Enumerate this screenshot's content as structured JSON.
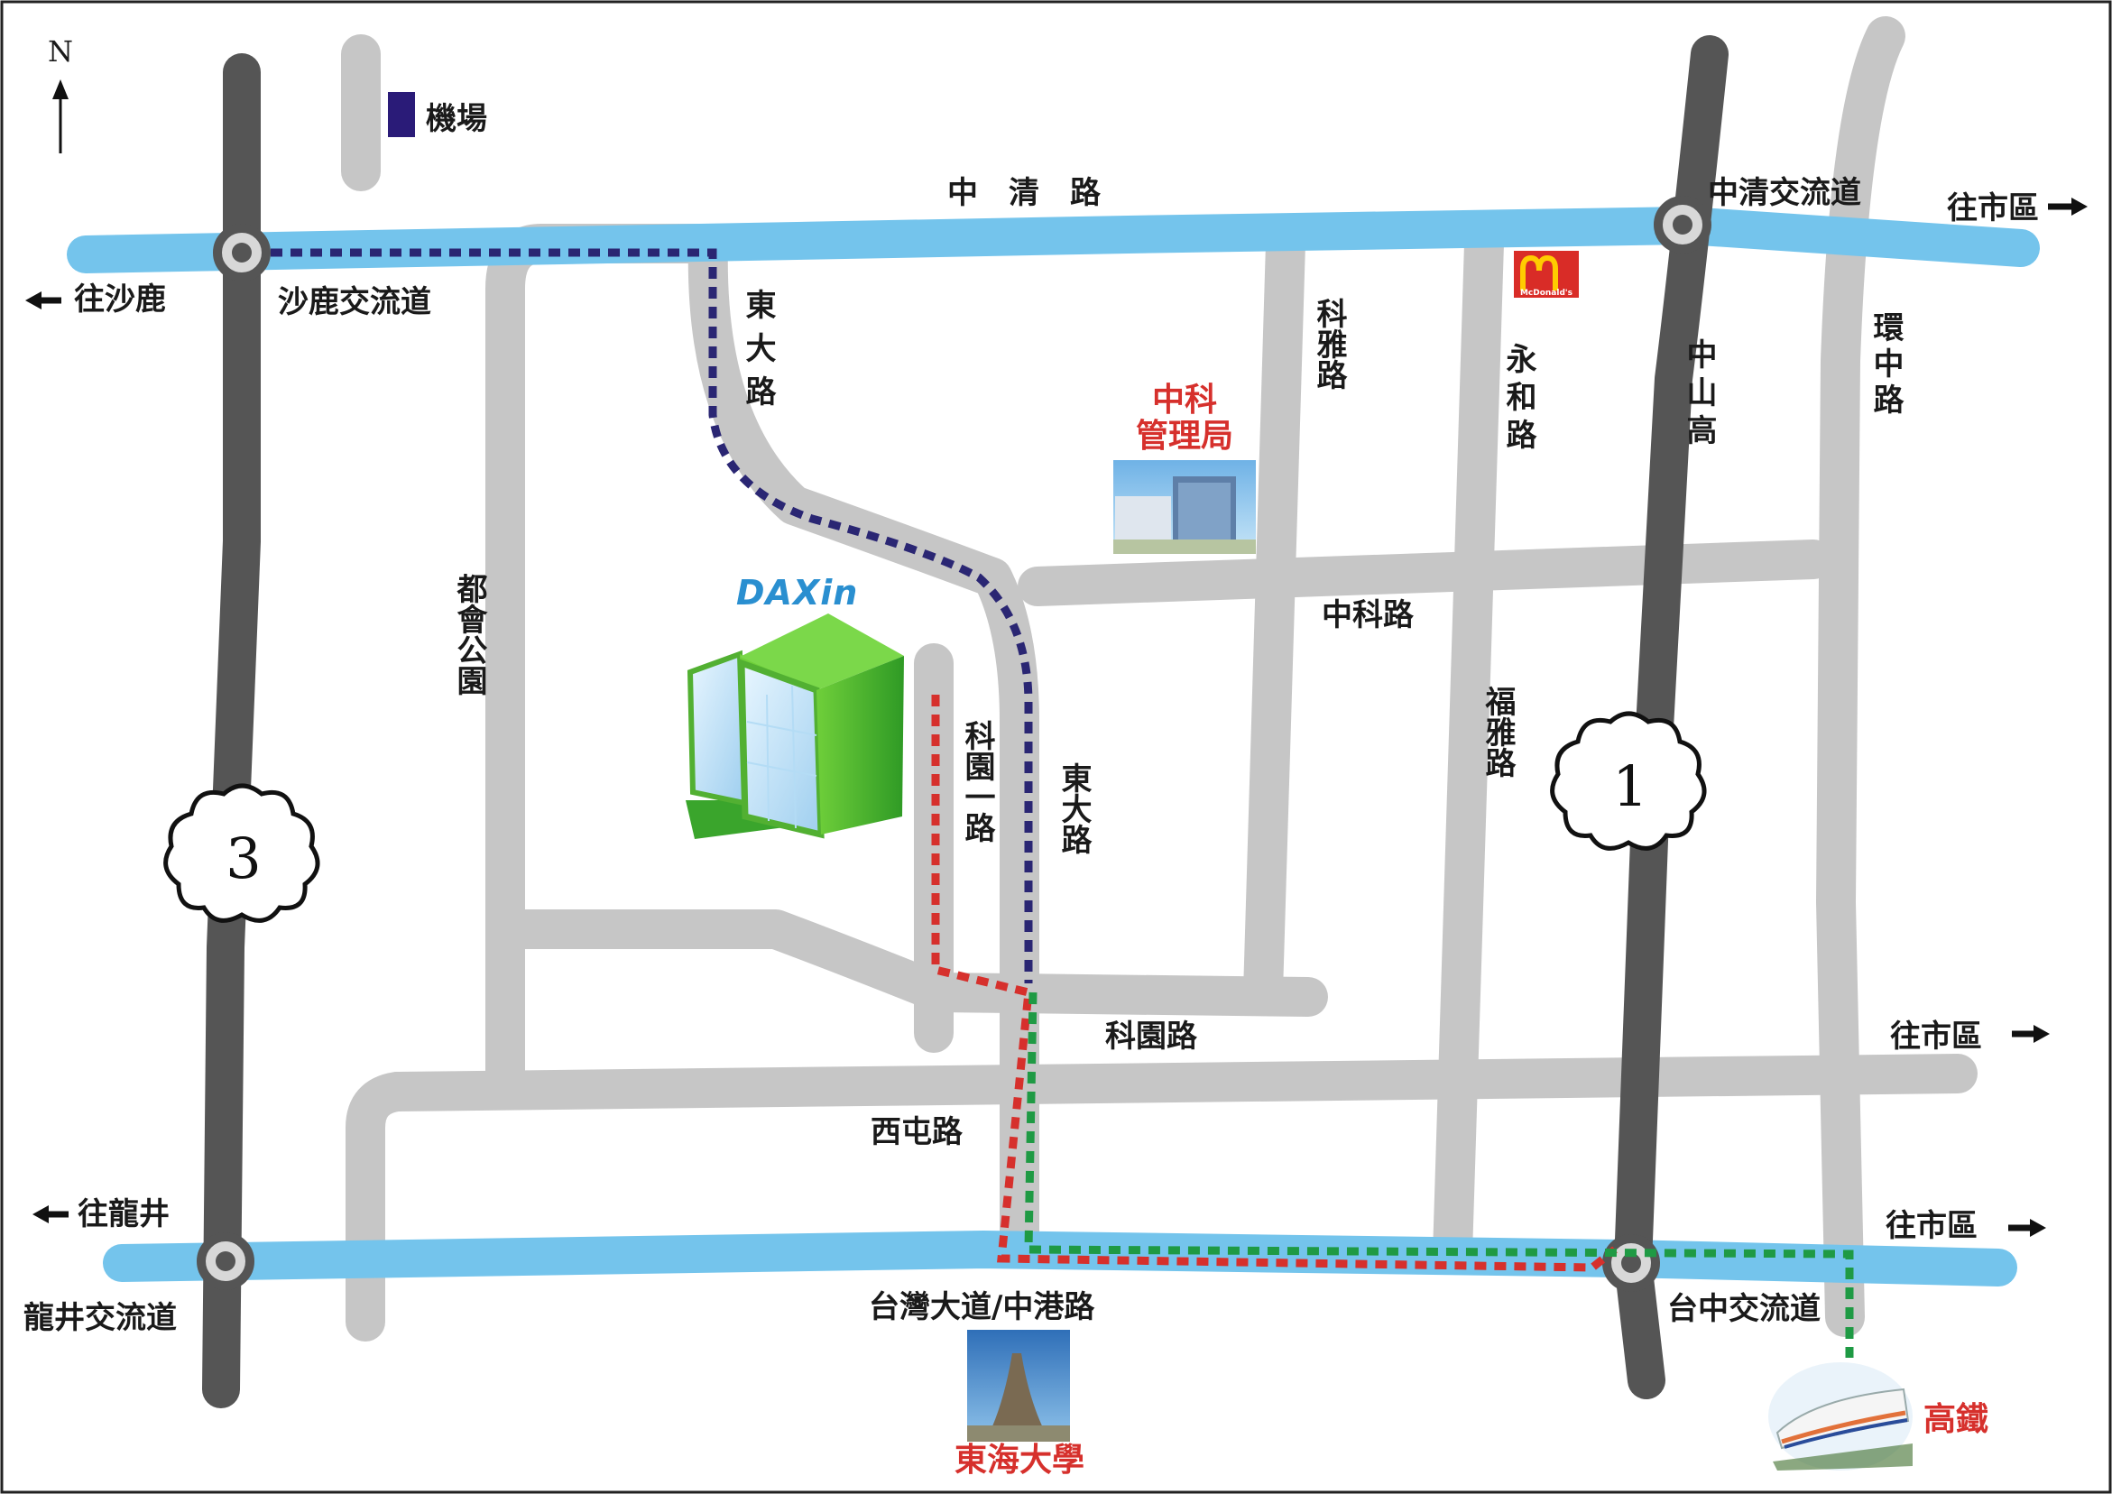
{
  "compass": {
    "label": "N"
  },
  "colors": {
    "highway": "#74c4ec",
    "freeway": "#555555",
    "road": "#c6c6c6",
    "route_blue": "#2a2673",
    "route_red": "#d6302c",
    "route_green": "#1f9a44",
    "airport_marker": "#2a1b78",
    "mcdonalds_red": "#d92c27",
    "mcdonalds_yellow": "#ffcc00",
    "daxin_blue": "#2a8fd0"
  },
  "labels": {
    "airport": "機場",
    "zhongqing_road": "中　清　路",
    "zhongqing_interchange": "中清交流道",
    "to_city_top": "往市區",
    "to_shalu": "往沙鹿",
    "shalu_interchange": "沙鹿交流道",
    "dongda_road_top": "東大路",
    "keya_road": "科雅路",
    "yonghe_road": "永和路",
    "zhongshan_freeway": "中山高",
    "huanzhong_road": "環中路",
    "zhongke_admin": [
      "中科",
      "管理局"
    ],
    "zhongke_road": "中科路",
    "duhui_park": "都會公園",
    "kuyuan1_road": "科園一路",
    "dongda_road_mid": "東大路",
    "fuya_road": "福雅路",
    "keyuan_road": "科園路",
    "to_city_mid": "往市區",
    "xitun_road": "西屯路",
    "to_longjing": "往龍井",
    "to_city_bottom": "往市區",
    "longjing_interchange": "龍井交流道",
    "taiwan_blvd": "台灣大道/中港路",
    "taichung_interchange": "台中交流道",
    "tunghai": "東海大學",
    "hsr": "高鐵"
  },
  "logos": {
    "daxin": "DAXin",
    "mcdonalds": "McDonald's"
  },
  "shields": {
    "freeway_3": "3",
    "freeway_1": "1"
  }
}
